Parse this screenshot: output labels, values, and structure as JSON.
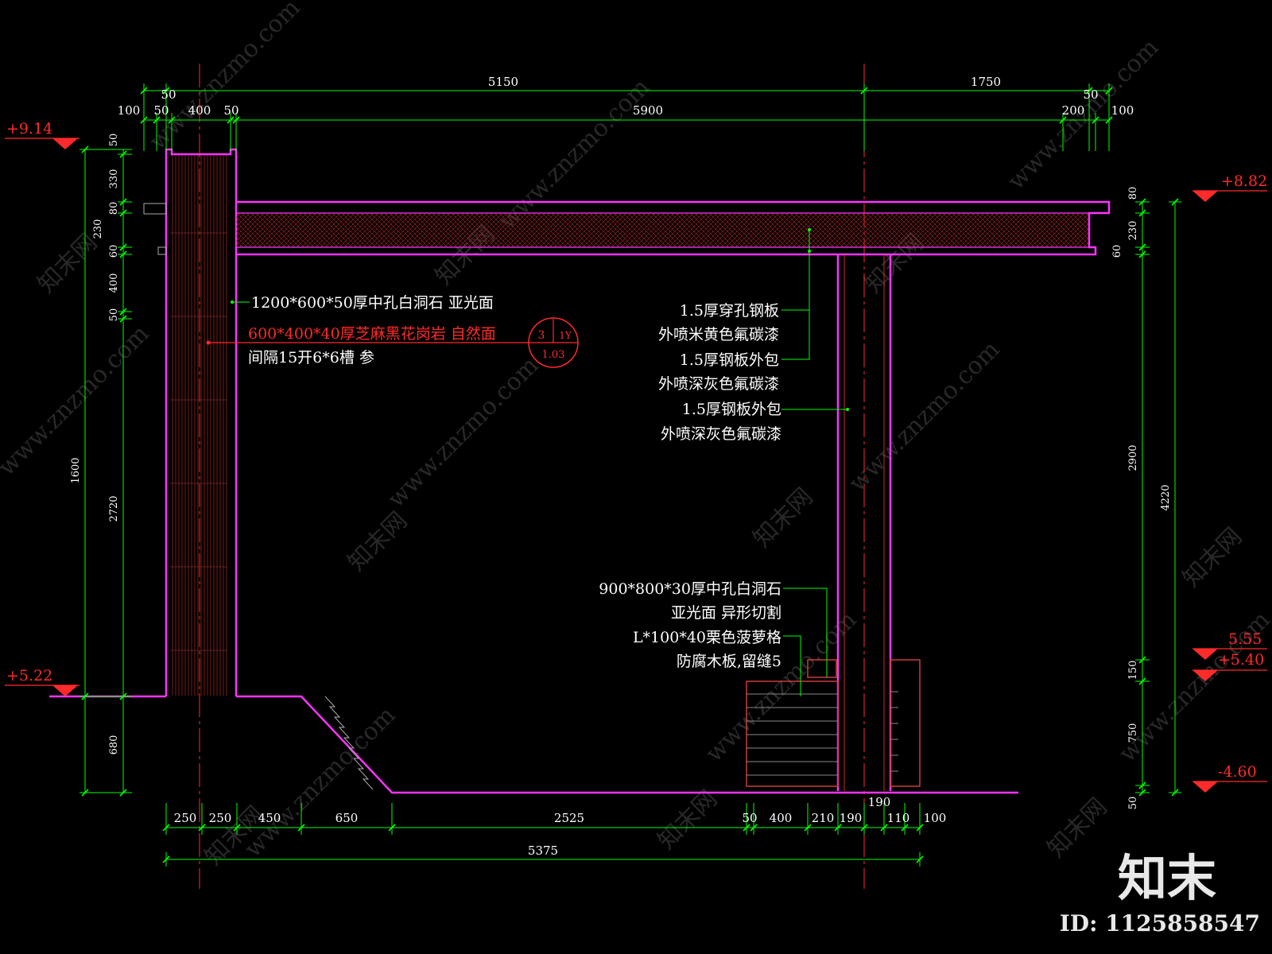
{
  "dimensions": {
    "top_overall": [
      "50",
      "5150",
      "1750",
      "50"
    ],
    "top_detail": [
      "100",
      "50",
      "400",
      "50",
      "5900",
      "200",
      "100"
    ],
    "left_outer": [
      "50",
      "330",
      "80",
      "230",
      "60",
      "400",
      "50",
      "1600",
      "2720",
      "680"
    ],
    "right_stack": [
      "80",
      "230",
      "60",
      "2900",
      "4220",
      "150",
      "750",
      "50"
    ],
    "bottom_detail": [
      "250",
      "250",
      "450",
      "650",
      "2525",
      "50",
      "400",
      "210",
      "190",
      "190",
      "110",
      "100"
    ],
    "bottom_total": "5375"
  },
  "levels": {
    "top_left": "+9.14",
    "top_right": "+8.82",
    "ground_left": "+5.22",
    "bench_top": "5.55",
    "bench_base": "+5.40",
    "bottom_right": "-4.60"
  },
  "notes": {
    "n1": "1200*600*50厚中孔白洞石 亚光面",
    "n2": "600*400*40厚芝麻黑花岗岩 自然面",
    "n3": "间隔15开6*6槽 参",
    "n4": "1.5厚穿孔钢板",
    "n5": "外喷米黄色氟碳漆",
    "n6": "1.5厚钢板外包",
    "n7": "外喷深灰色氟碳漆",
    "n8": "1.5厚钢板外包",
    "n9": "外喷深灰色氟碳漆",
    "n10": "900*800*30厚中孔白洞石",
    "n11": "亚光面 异形切割",
    "n12": "L*100*40栗色菠萝格",
    "n13": "防腐木板,留缝5"
  },
  "detail_callout": {
    "number": "3",
    "sheet": "1Y",
    "ref": "1.03"
  },
  "watermark": {
    "site": "www.znzmo.com",
    "name": "知末网"
  },
  "brand": {
    "logo": "知末",
    "id": "ID: 1125858547"
  },
  "colors": {
    "background": "#000000",
    "structure": "#ff33ff",
    "dimension": "#00ff00",
    "level": "#ff2a2a",
    "hatch": "#cc2a2a",
    "text": "#ffffff"
  }
}
